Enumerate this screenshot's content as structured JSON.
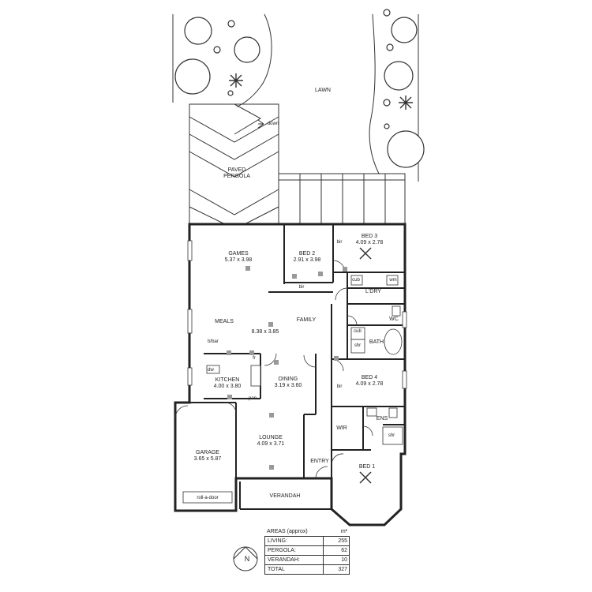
{
  "site": {
    "lawn": "LAWN",
    "down": "down",
    "pergola": "PAVED PERGOLA"
  },
  "rooms": {
    "games": {
      "name": "GAMES",
      "dim": "5.37 x 3.98"
    },
    "bed2": {
      "name": "BED 2",
      "dim": "2.91 x 3.98"
    },
    "bed3": {
      "name": "BED 3",
      "dim": "4.09 x 2.78"
    },
    "meals": {
      "name": "MEALS"
    },
    "family": {
      "name": "FAMILY",
      "dim": "8.38 x 3.85"
    },
    "kitchen": {
      "name": "KITCHEN",
      "dim": "4.00 x 3.80"
    },
    "dining": {
      "name": "DINING",
      "dim": "3.19 x 3.60"
    },
    "bed4": {
      "name": "BED 4",
      "dim": "4.09 x 2.78"
    },
    "garage": {
      "name": "GARAGE",
      "dim": "3.65 x 5.87"
    },
    "lounge": {
      "name": "LOUNGE",
      "dim": "4.09 x 3.71"
    },
    "bed1": {
      "name": "BED 1"
    },
    "verandah": {
      "name": "VERANDAH"
    },
    "entry": {
      "name": "ENTRY"
    },
    "ldry": {
      "name": "L'DRY"
    },
    "wc": {
      "name": "WC"
    },
    "bath": {
      "name": "BATH"
    },
    "ens": {
      "name": "ENS"
    },
    "wir": {
      "name": "WIR"
    }
  },
  "fixtures": {
    "bir": "bir",
    "cub": "cub",
    "wm": "wm",
    "shr": "shr",
    "bbar": "b/bar",
    "dw": "dw",
    "fr": "fr",
    "pan": "pan",
    "rollDoor": "roll-a-door"
  },
  "areas": {
    "title": "AREAS (approx)",
    "unit": "m²",
    "rows": [
      {
        "label": "LIVING:",
        "value": "255"
      },
      {
        "label": "PERGOLA:",
        "value": "62"
      },
      {
        "label": "VERANDAH:",
        "value": "10"
      },
      {
        "label": "TOTAL",
        "value": "327"
      }
    ]
  },
  "north": "N"
}
